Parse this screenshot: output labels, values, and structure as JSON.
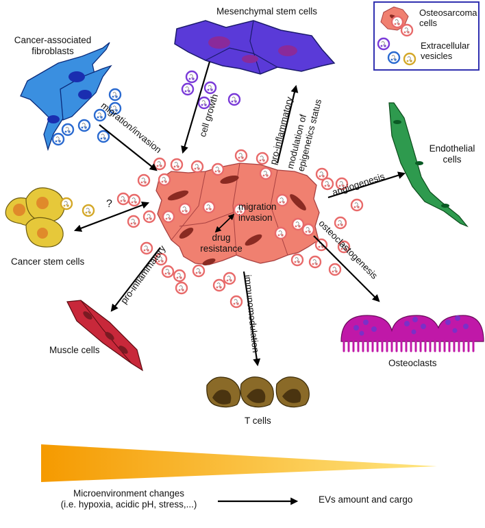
{
  "colors": {
    "osteosarcoma": "#f08070",
    "osteosarcoma_nucleus": "#8a2a22",
    "fibroblast": "#3a8fe0",
    "fibroblast_nucleus": "#1a2eb0",
    "msc": "#5a3ad8",
    "msc_nucleus": "#8a2a9a",
    "endothelial": "#2e9a4e",
    "cancer_stem": "#e6c83a",
    "cancer_stem_nucleus": "#e08a2a",
    "osteoclast": "#c018a8",
    "osteoclast_nucleus": "#7a30c8",
    "muscle": "#c8283a",
    "muscle_nucleus": "#7a1a22",
    "tcell": "#8a6a28",
    "tcell_nucleus": "#4a3410",
    "ev_red": "#e86a6a",
    "ev_purple": "#7a3ad8",
    "ev_blue": "#2a6ad0",
    "ev_yellow": "#d4a828",
    "legend_border": "#3030b0",
    "gradient_start": "#f59a00",
    "gradient_end": "#ffe680"
  },
  "labels": {
    "mesenchymal": "Mesenchymal stem cells",
    "caf_line1": "Cancer-associated",
    "caf_line2": "fibroblasts",
    "endothelial_line1": "Endothelial",
    "endothelial_line2": "cells",
    "cancer_stem": "Cancer stem cells",
    "muscle": "Muscle cells",
    "tcells": "T cells",
    "osteoclasts": "Osteoclasts",
    "question": "?",
    "migration_invasion_center": [
      "migration",
      "invasion"
    ],
    "drug_resistance": [
      "drug",
      "resistance"
    ]
  },
  "legend": {
    "osteosarcoma": [
      "Osteosarcoma",
      "cells"
    ],
    "evs": [
      "Extracellular",
      "vesicles"
    ]
  },
  "arrows": {
    "migration_invasion": "migration/invasion",
    "cell_growth": "cell growth",
    "pro_inflammatory_msc": "pro-inflammatory",
    "epigenetics": [
      "modulation of",
      "epigenetics status"
    ],
    "angiogenesis": "angiogenesis",
    "osteoclastogenesis": "osteoclastogenesis",
    "immunomodulation": "immunomodulation",
    "pro_inflammatory_muscle": "pro-inflammatory"
  },
  "footer": {
    "micro_line1": "Microenvironment changes",
    "micro_line2": "(i.e. hypoxia, acidic pH, stress,...)",
    "evs_amount": "EVs amount and cargo"
  }
}
